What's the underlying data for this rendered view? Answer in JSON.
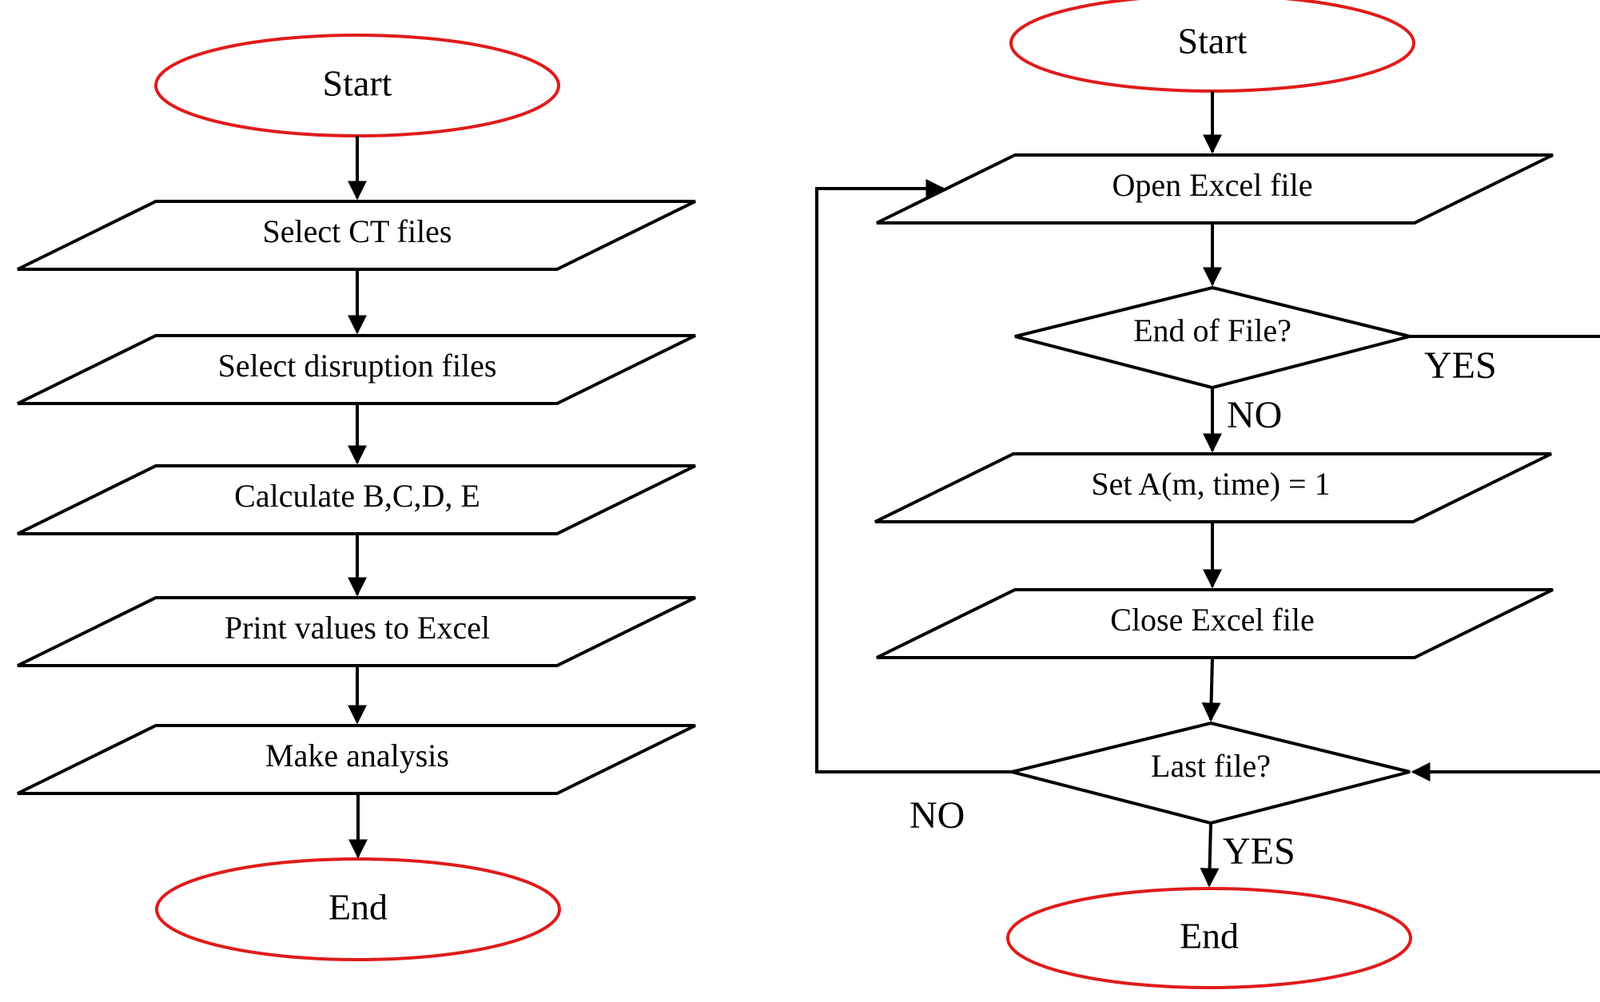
{
  "colors": {
    "terminal_stroke": "#e01b1b",
    "stroke": "#000000",
    "background": "#ffffff"
  },
  "left_flow": {
    "start": "Start",
    "steps": [
      "Select CT files",
      "Select disruption files",
      "Calculate B,C,D, E",
      "Print values to Excel",
      "Make analysis"
    ],
    "end": "End"
  },
  "right_flow": {
    "start": "Start",
    "open_file": "Open Excel file",
    "decision_eof": "End of File?",
    "eof_yes": "YES",
    "eof_no": "NO",
    "set_value": "Set A(m, time) = 1",
    "close_file": "Close Excel file",
    "decision_last": "Last file?",
    "last_no": "NO",
    "last_yes": "YES",
    "end": "End"
  }
}
